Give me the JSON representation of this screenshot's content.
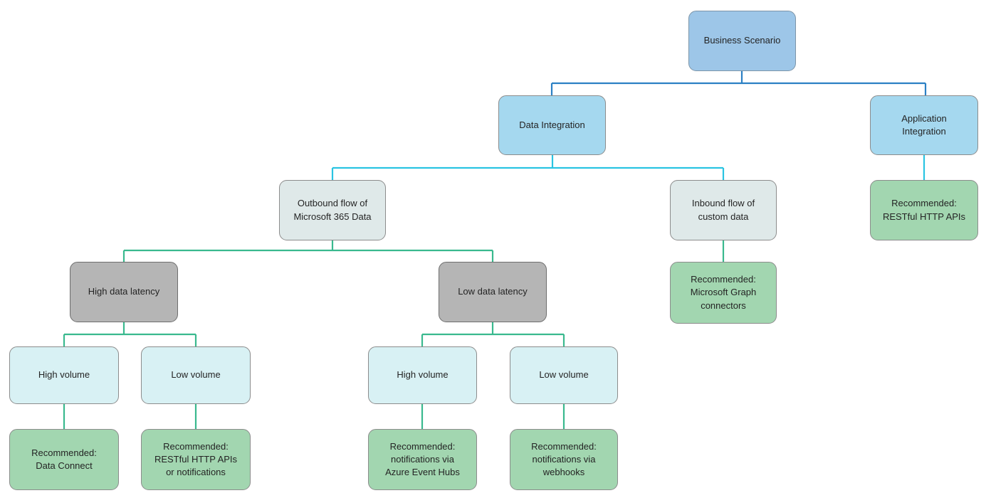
{
  "palette": {
    "root_fill": "#9dc6e8",
    "branch_fill": "#a5d8ef",
    "condition_fill": "#dfe9e9",
    "latency_fill": "#b5b5b5",
    "volume_fill": "#d8f1f4",
    "recommendation_fill": "#a2d6b0",
    "edge_blue": "#2b80c4",
    "edge_cyan": "#2ac4e2",
    "edge_green": "#39b98e"
  },
  "nodes": {
    "business_scenario": {
      "label": "Business Scenario"
    },
    "data_integration": {
      "label": "Data Integration"
    },
    "application_integration": {
      "label": "Application\nIntegration"
    },
    "rec_restful_http_apis": {
      "label": "Recommended:\nRESTful HTTP APIs"
    },
    "outbound_flow": {
      "label": "Outbound flow of\nMicrosoft 365 Data"
    },
    "inbound_flow": {
      "label": "Inbound flow of\ncustom data"
    },
    "rec_microsoft_graph_connectors": {
      "label": "Recommended:\nMicrosoft Graph\nconnectors"
    },
    "high_data_latency": {
      "label": "High data latency"
    },
    "low_data_latency": {
      "label": "Low data latency"
    },
    "high_volume_high_latency": {
      "label": "High volume"
    },
    "low_volume_high_latency": {
      "label": "Low volume"
    },
    "high_volume_low_latency": {
      "label": "High volume"
    },
    "low_volume_low_latency": {
      "label": "Low volume"
    },
    "rec_data_connect": {
      "label": "Recommended:\nData Connect"
    },
    "rec_restful_apis_or_notifications": {
      "label": "Recommended:\nRESTful HTTP APIs\nor notifications"
    },
    "rec_notifications_azure_event_hubs": {
      "label": "Recommended:\nnotifications via\nAzure Event Hubs"
    },
    "rec_notifications_webhooks": {
      "label": "Recommended:\nnotifications via\nwebhooks"
    }
  },
  "edges": [
    {
      "from": "business_scenario",
      "to": "data_integration",
      "color": "edge_blue"
    },
    {
      "from": "business_scenario",
      "to": "application_integration",
      "color": "edge_blue"
    },
    {
      "from": "data_integration",
      "to": "outbound_flow",
      "color": "edge_cyan"
    },
    {
      "from": "data_integration",
      "to": "inbound_flow",
      "color": "edge_cyan"
    },
    {
      "from": "application_integration",
      "to": "rec_restful_http_apis",
      "color": "edge_cyan"
    },
    {
      "from": "outbound_flow",
      "to": "high_data_latency",
      "color": "edge_green"
    },
    {
      "from": "outbound_flow",
      "to": "low_data_latency",
      "color": "edge_green"
    },
    {
      "from": "inbound_flow",
      "to": "rec_microsoft_graph_connectors",
      "color": "edge_green"
    },
    {
      "from": "high_data_latency",
      "to": "high_volume_high_latency",
      "color": "edge_green"
    },
    {
      "from": "high_data_latency",
      "to": "low_volume_high_latency",
      "color": "edge_green"
    },
    {
      "from": "low_data_latency",
      "to": "high_volume_low_latency",
      "color": "edge_green"
    },
    {
      "from": "low_data_latency",
      "to": "low_volume_low_latency",
      "color": "edge_green"
    },
    {
      "from": "high_volume_high_latency",
      "to": "rec_data_connect",
      "color": "edge_green"
    },
    {
      "from": "low_volume_high_latency",
      "to": "rec_restful_apis_or_notifications",
      "color": "edge_green"
    },
    {
      "from": "high_volume_low_latency",
      "to": "rec_notifications_azure_event_hubs",
      "color": "edge_green"
    },
    {
      "from": "low_volume_low_latency",
      "to": "rec_notifications_webhooks",
      "color": "edge_green"
    }
  ]
}
